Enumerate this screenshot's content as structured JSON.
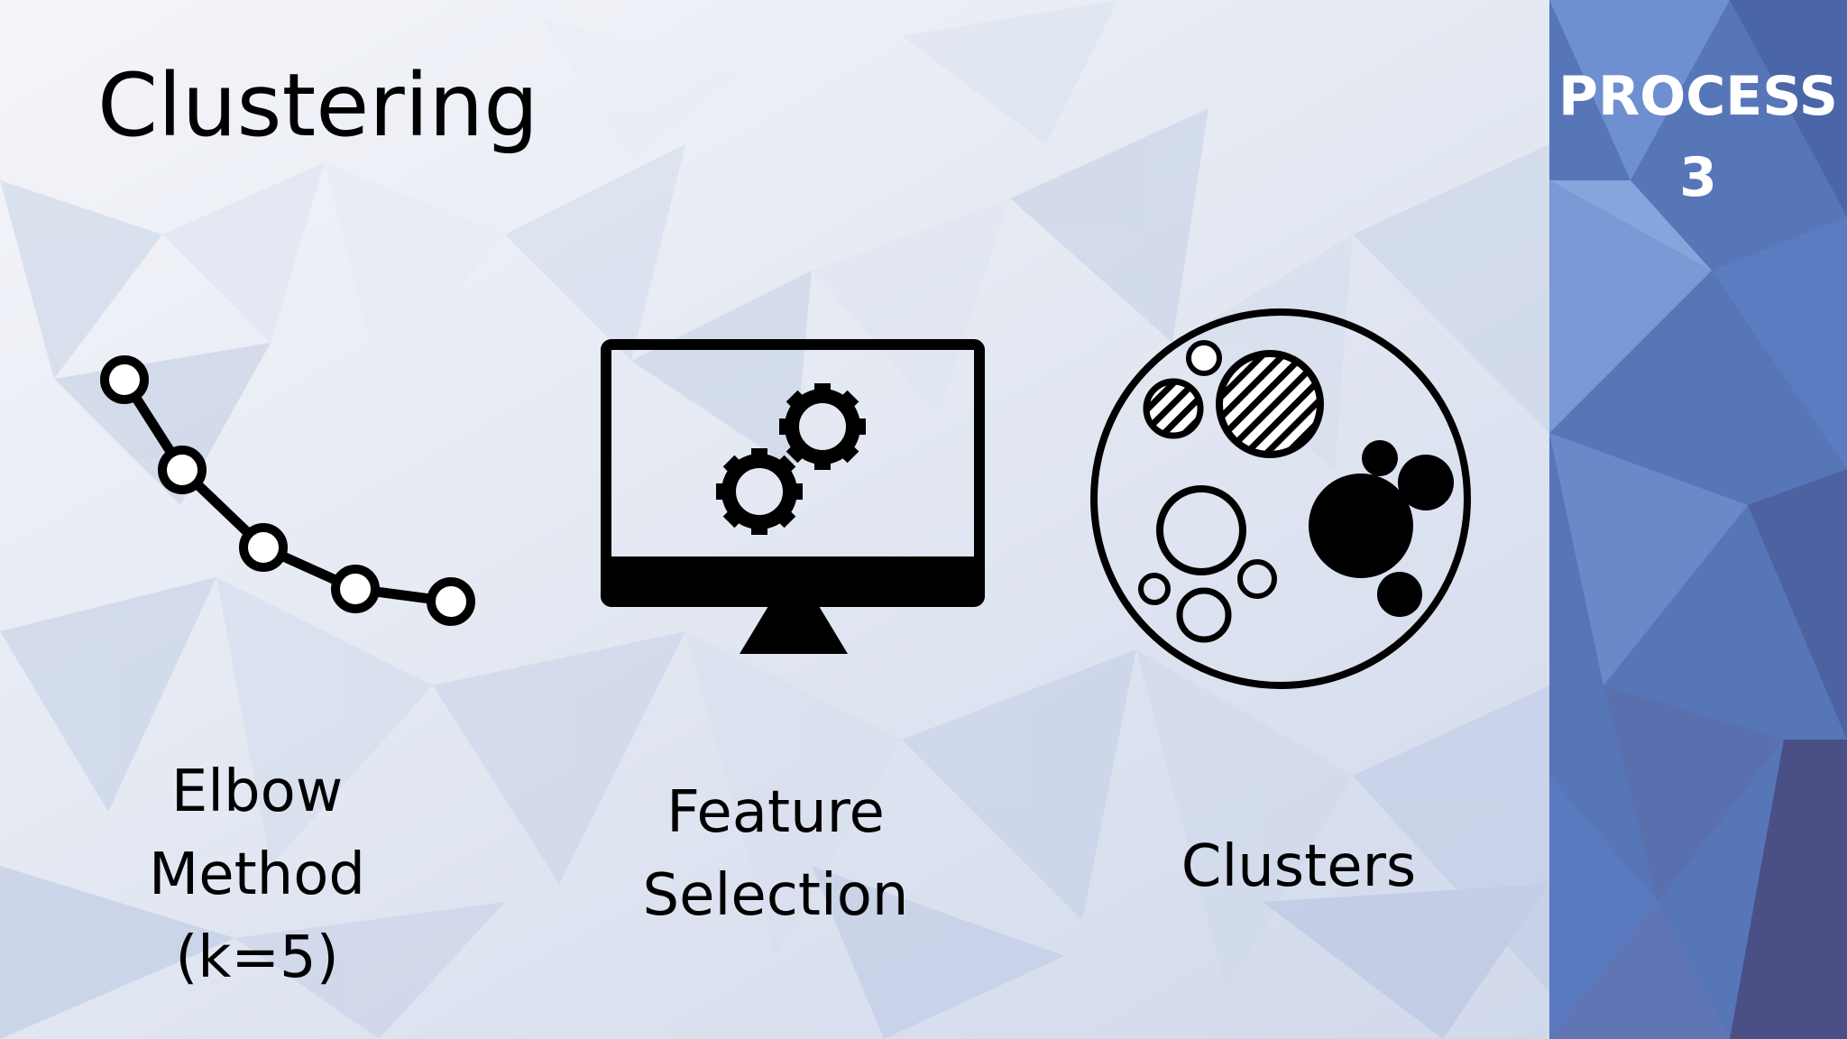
{
  "slide": {
    "title": "Clustering",
    "process": {
      "label": "PROCESS",
      "number": "3"
    }
  },
  "steps": [
    {
      "icon": "elbow-curve-icon",
      "lines": [
        "Elbow",
        "Method",
        "(k=5)"
      ]
    },
    {
      "icon": "monitor-gears-icon",
      "lines": [
        "Feature",
        "Selection"
      ]
    },
    {
      "icon": "clusters-icon",
      "lines": [
        "Clusters"
      ]
    }
  ],
  "colors": {
    "icon": "#000000",
    "panel_dark": "#3b4f8a",
    "panel_light": "#6d8fcf",
    "background": "#eef1f7"
  }
}
